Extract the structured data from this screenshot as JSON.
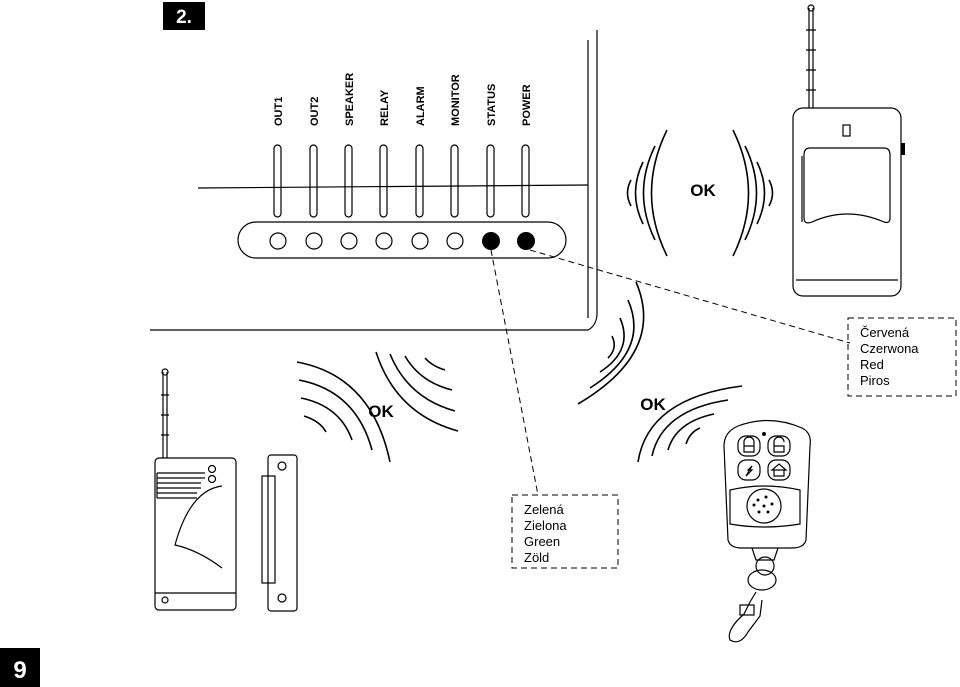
{
  "step_number": "2.",
  "page_number": "9",
  "led_labels": [
    "OUT1",
    "OUT2",
    "SPEAKER",
    "RELAY",
    "ALARM",
    "MONITOR",
    "STATUS",
    "POWER"
  ],
  "ok_labels": {
    "pir": "OK",
    "door": "OK",
    "remote": "OK"
  },
  "legend_red": [
    "Červená",
    "Czerwona",
    "Red",
    "Piros"
  ],
  "legend_green": [
    "Zelená",
    "Zielona",
    "Green",
    "Zöld"
  ],
  "colors": {
    "led_on": "#000000",
    "led_off": "#ffffff",
    "line": "#000000"
  }
}
